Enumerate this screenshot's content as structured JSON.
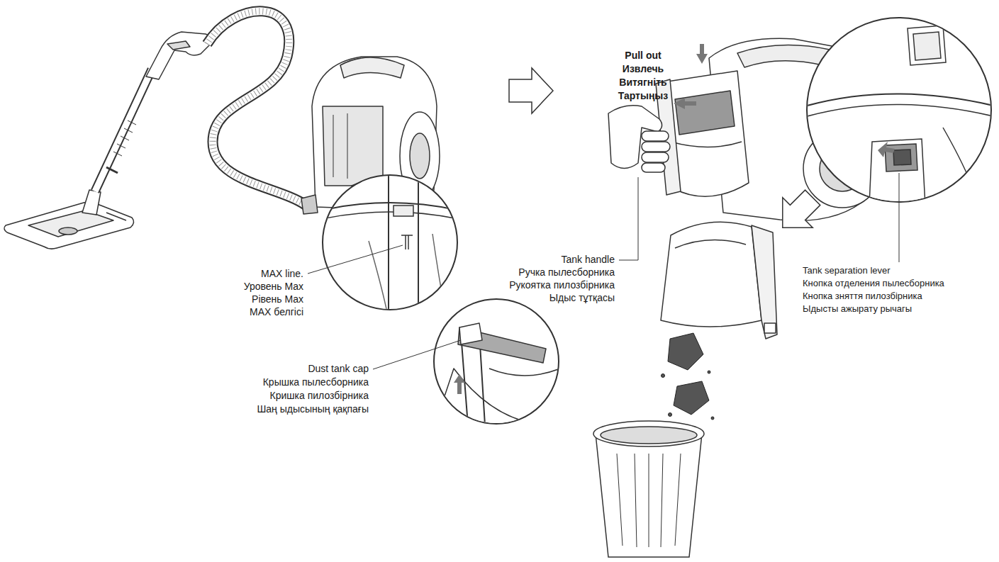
{
  "diagram": {
    "labels": [
      "Pull out",
      "Извлечь",
      "Витягніть",
      "Тартыңыз",
      "MAX line.",
      "Уровень Max",
      "Рівень Max",
      "MAX белгісі",
      "Tank handle",
      "Ручка пылесборника",
      "Рукоятка пилозбірника",
      "Ыдыс тұтқасы",
      "Tank separation lever",
      "Кнопка отделения пылесборника",
      "Кнопка зняття пилозбірника",
      "Ыдысты ажырату рычагы",
      "Dust tank cap",
      "Крышка пылесборника",
      "Кришка пилозбірника",
      "Шаң ыдысының қақпағы"
    ]
  }
}
